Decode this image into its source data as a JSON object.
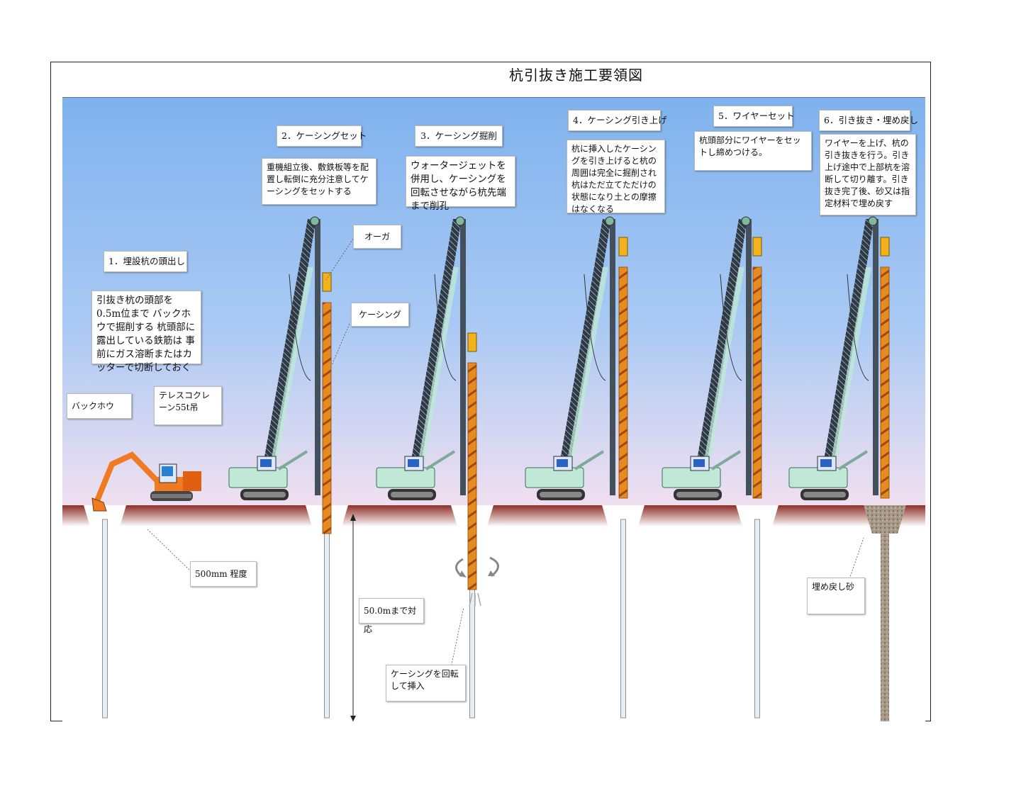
{
  "title": "杭引抜き施工要領図",
  "colors": {
    "sky_top": "#7fb2ee",
    "sky_bottom": "#f1e0f0",
    "ground": "#8e2e27",
    "casing": "#e88a1e",
    "casing_stripe": "#9a4c0f",
    "crane_body": "#bfe9d6",
    "crane_boom": "#3f4a56",
    "excavator": "#f07a22",
    "backfill": "#a89888"
  },
  "steps": [
    {
      "label": "1．埋設杭の頭出し",
      "text": "引抜き杭の頭部を 0.5m位まで バックホウで掘削する 杭頭部に露出している鉄筋は 事前にガス溶断またはカッターで切断しておく"
    },
    {
      "label": "2．ケーシングセット",
      "text": "重機組立後、敷鉄板等を配置し転倒に充分注意してケーシングをセットする"
    },
    {
      "label": "3．ケーシング掘削",
      "text": "ウォータージェットを併用し、ケーシングを回転させながら杭先端まで削孔"
    },
    {
      "label": "4．ケーシング引き上げ",
      "text": "杭に挿入したケーシングを引き上げると杭の周囲は完全に掘削され杭はただ立てただけの状態になり土との摩擦はなくなる"
    },
    {
      "label": "5．ワイヤーセット",
      "text": "杭頭部分にワイヤーをセットし締めつける。"
    },
    {
      "label": "6．引き抜き・埋め戻し",
      "text": "ワイヤーを上げ、杭の引き抜きを行う。引き上げ途中で上部杭を溶断して切り離す。引き抜き完了後、砂又は指定材料で埋め戻す"
    }
  ],
  "labels": {
    "auger": "オーガ",
    "casing": "ケーシング",
    "backhoe": "バックホウ",
    "crane": "テレスコクレーン55t吊",
    "depth_500": "500mm 程度",
    "depth_50": "50.0mまで対応",
    "rotate": "ケーシングを回転して挿入",
    "backfill": "埋め戻し砂"
  }
}
